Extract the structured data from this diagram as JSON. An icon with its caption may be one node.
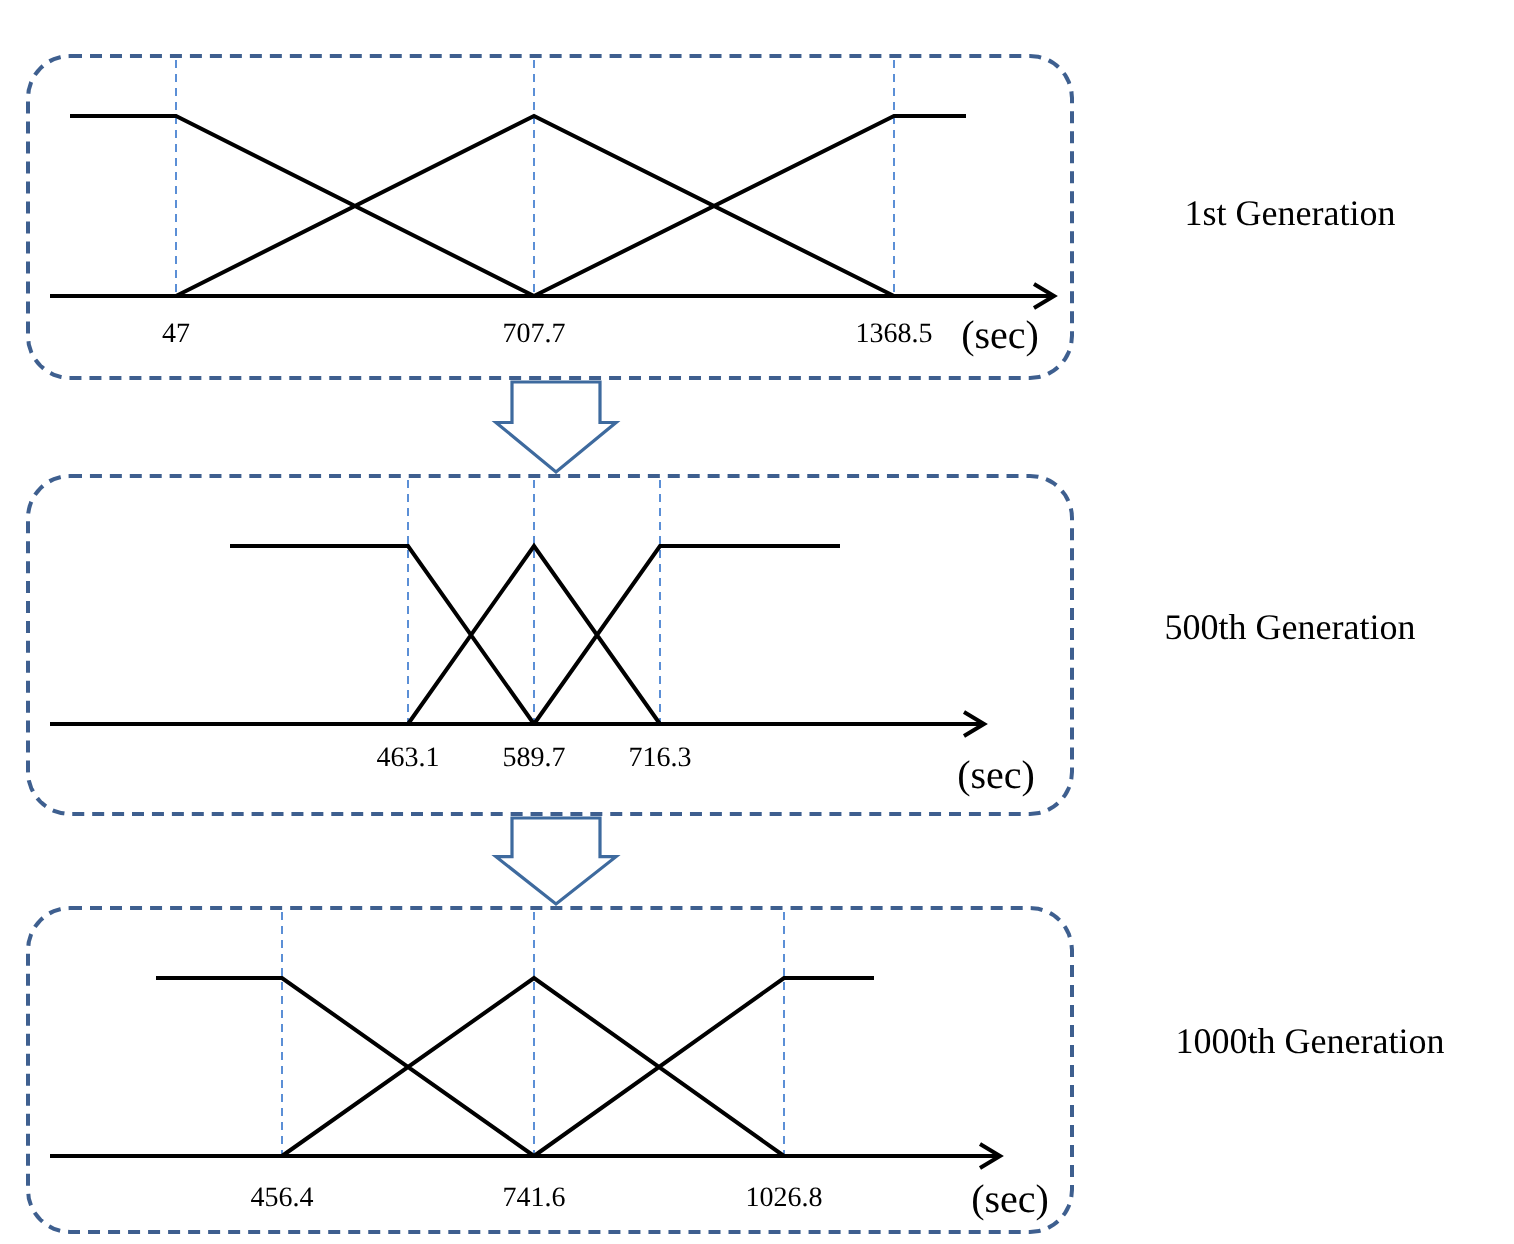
{
  "diagram": {
    "nodes": [
      {
        "text": [],
        "shape": "box",
        "beside": [
          "1st Generation"
        ]
      },
      {
        "text": [],
        "shape": "box",
        "beside": [
          "500th Generation"
        ]
      },
      {
        "text": [],
        "shape": "box",
        "beside": [
          "1000th Generation"
        ]
      }
    ],
    "edges": [
      {
        "from": 0,
        "to": 1,
        "arrow": "to"
      },
      {
        "from": 1,
        "to": 2,
        "arrow": "to"
      }
    ],
    "labels": [
      "47",
      "707.7",
      "1368.5",
      "(sec)",
      "463.1",
      "589.7",
      "716.3",
      "(sec)",
      "456.4",
      "741.6",
      "1026.8",
      "(sec)"
    ]
  }
}
